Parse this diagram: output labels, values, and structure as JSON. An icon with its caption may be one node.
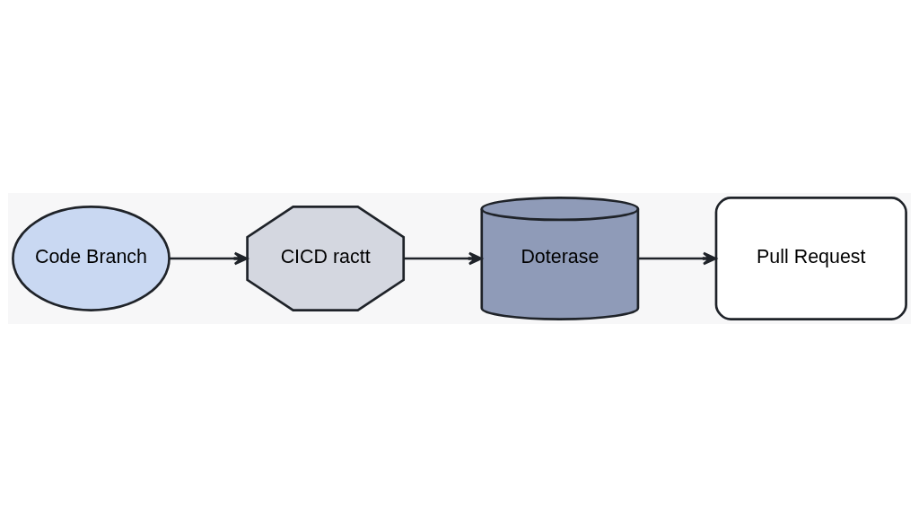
{
  "diagram": {
    "nodes": [
      {
        "text": [
          "Code Branch"
        ]
      },
      {
        "text": [
          "CICD ractt"
        ]
      },
      {
        "text": [
          "Doterase"
        ]
      },
      {
        "text": [
          "Pull Request"
        ]
      }
    ],
    "edges": [
      {
        "from": 0,
        "to": 1,
        "arrow": "to"
      },
      {
        "from": 1,
        "to": 2,
        "arrow": "to"
      },
      {
        "from": 2,
        "to": 3,
        "arrow": "to"
      }
    ]
  }
}
